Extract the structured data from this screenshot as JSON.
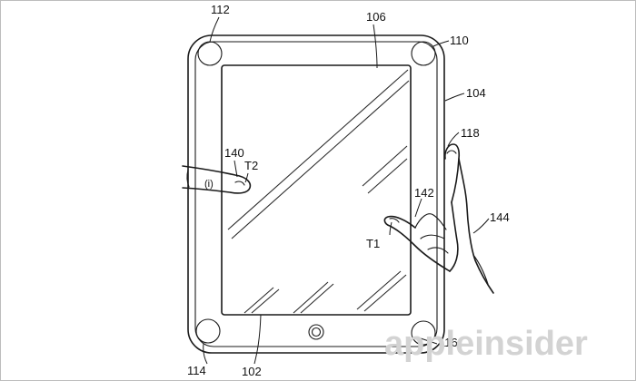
{
  "labels": {
    "l112": "112",
    "l106": "106",
    "l110": "110",
    "l104": "104",
    "l118": "118",
    "l140": "140",
    "lT2": "T2",
    "l142": "142",
    "l144": "144",
    "lT1": "T1",
    "l114": "114",
    "l102": "102",
    "l116": "116",
    "finger_mark": "(i)"
  },
  "watermark": "appleinsider",
  "colors": {
    "ink": "#1a1a1a",
    "watermark": "#d3d3d3",
    "border": "#bdbdbd"
  }
}
